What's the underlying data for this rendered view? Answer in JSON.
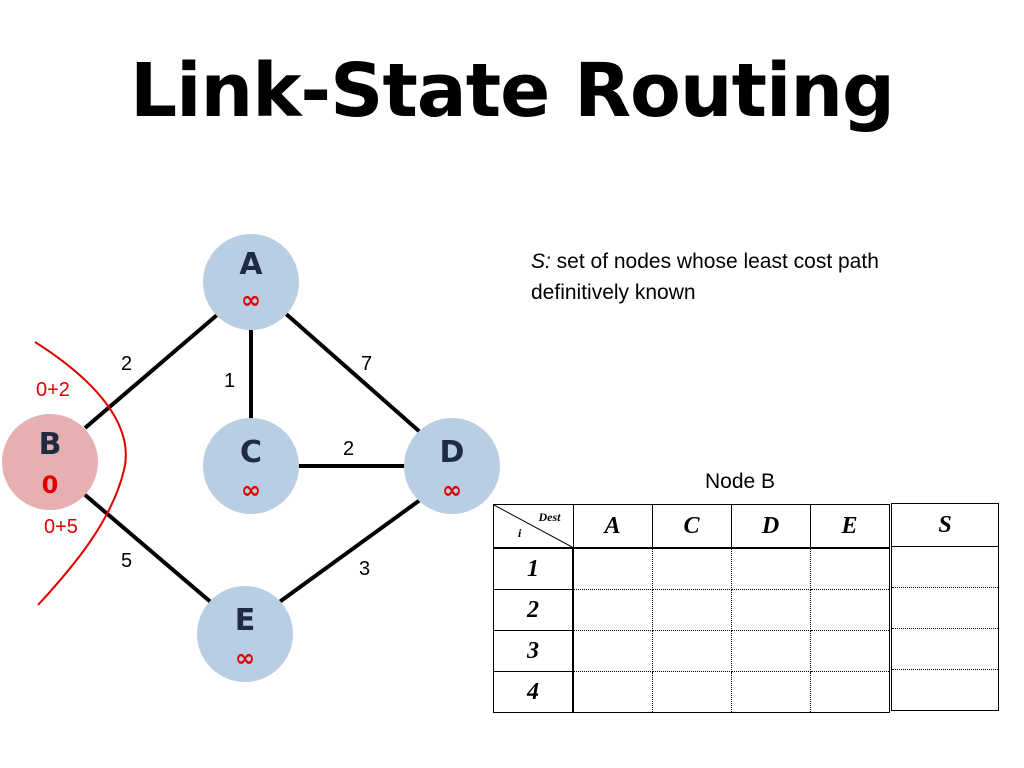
{
  "title": "Link-State Routing",
  "colors": {
    "node_fill": "#b9cde3",
    "source_node_fill": "#e6b0b0",
    "cost_text": "#e00000",
    "cut_line": "#e00000",
    "edge": "#000000"
  },
  "graph": {
    "nodes": [
      {
        "id": "A",
        "label": "A",
        "cost": "∞"
      },
      {
        "id": "B",
        "label": "B",
        "cost": "0"
      },
      {
        "id": "C",
        "label": "C",
        "cost": "∞"
      },
      {
        "id": "D",
        "label": "D",
        "cost": "∞"
      },
      {
        "id": "E",
        "label": "E",
        "cost": "∞"
      }
    ],
    "edges": [
      {
        "from": "B",
        "to": "A",
        "weight": "2"
      },
      {
        "from": "A",
        "to": "C",
        "weight": "1"
      },
      {
        "from": "A",
        "to": "D",
        "weight": "7"
      },
      {
        "from": "C",
        "to": "D",
        "weight": "2"
      },
      {
        "from": "B",
        "to": "E",
        "weight": "5"
      },
      {
        "from": "E",
        "to": "D",
        "weight": "3"
      }
    ],
    "cut_labels": {
      "to_a": "0+2",
      "to_e": "0+5"
    }
  },
  "s_definition": {
    "symbol": "S:",
    "text": " set of nodes whose least cost path definitively known"
  },
  "table": {
    "caption": "Node B",
    "corner_dest": "Dest",
    "corner_i": "i",
    "columns": [
      "A",
      "C",
      "D",
      "E"
    ],
    "rows": [
      "1",
      "2",
      "3",
      "4"
    ],
    "s_header": "S"
  }
}
